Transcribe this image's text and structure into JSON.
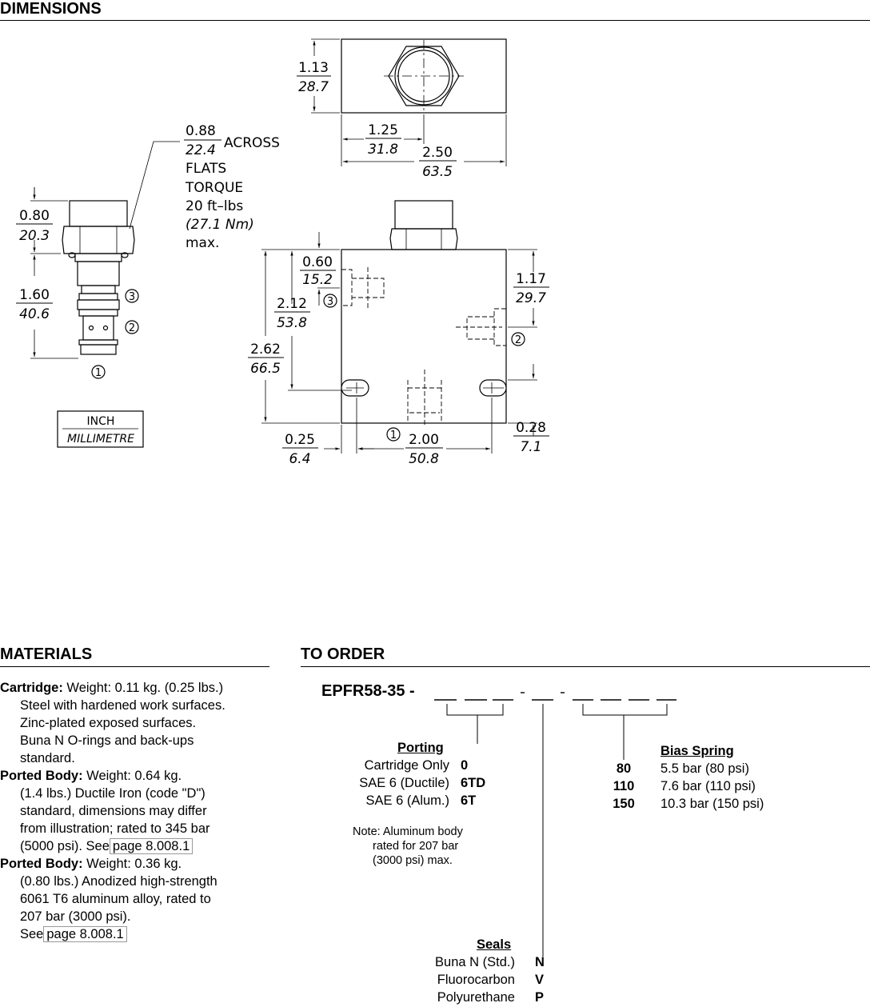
{
  "dimensions": {
    "heading": "DIMENSIONS",
    "top_height": {
      "inch": "1.13",
      "mm": "28.7"
    },
    "top_half_width": {
      "inch": "1.25",
      "mm": "31.8"
    },
    "top_width": {
      "inch": "2.50",
      "mm": "63.5"
    },
    "hex": {
      "inch": "0.88",
      "mm": "22.4",
      "suffix1": "ACROSS",
      "suffix2": "FLATS"
    },
    "torque": {
      "line1": "TORQUE",
      "line2": "20  ft–lbs",
      "line3": "(27.1  Nm)",
      "line4": "max."
    },
    "cart_head": {
      "inch": "0.80",
      "mm": "20.3"
    },
    "cart_body": {
      "inch": "1.60",
      "mm": "40.6"
    },
    "port_labels": [
      "1",
      "2",
      "3"
    ],
    "units": {
      "top": "INCH",
      "bottom": "MILLIMETRE"
    },
    "body_p3_top": {
      "inch": "0.60",
      "mm": "15.2"
    },
    "body_p3": {
      "inch": "2.12",
      "mm": "53.8"
    },
    "body_height": {
      "inch": "2.62",
      "mm": "66.5"
    },
    "body_p2": {
      "inch": "1.17",
      "mm": "29.7"
    },
    "body_hole_edge": {
      "inch": "0.28",
      "mm": "7.1"
    },
    "body_hole_left": {
      "inch": "0.25",
      "mm": "6.4"
    },
    "body_hole_span": {
      "inch": "2.00",
      "mm": "50.8"
    }
  },
  "materials": {
    "heading": "MATERIALS",
    "items": [
      {
        "label": "Cartridge:",
        "first": " Weight: 0.11 kg. (0.25 lbs.)",
        "lines": [
          "Steel with hardened work surfaces.",
          "Zinc-plated exposed surfaces.",
          "Buna N O-rings and back-ups",
          "standard."
        ]
      },
      {
        "label": "Ported Body:",
        "first": " Weight: 0.64 kg.",
        "lines": [
          "(1.4 lbs.) Ductile Iron (code \"D\")",
          "standard, dimensions may differ",
          "from illustration; rated to 345 bar"
        ],
        "last_prefix": "(5000 psi). See",
        "link": "page 8.008.1"
      },
      {
        "label": "Ported Body:",
        "first": " Weight: 0.36 kg.",
        "lines": [
          "(0.80 lbs.) Anodized high-strength",
          "6061 T6 aluminum alloy, rated to",
          "207 bar (3000 psi)."
        ],
        "last_prefix": "See",
        "link": "page 8.008.1"
      }
    ]
  },
  "order": {
    "heading": "TO ORDER",
    "model": "EPFR58-35 -",
    "porting": {
      "title": "Porting",
      "options": [
        {
          "label": "Cartridge Only",
          "code": "0"
        },
        {
          "label": "SAE 6 (Ductile)",
          "code": "6TD"
        },
        {
          "label": "SAE 6 (Alum.)",
          "code": "6T"
        }
      ],
      "note": [
        "Note: Aluminum body",
        "rated for 207 bar",
        "(3000 psi) max."
      ]
    },
    "bias_spring": {
      "title": "Bias Spring",
      "options": [
        {
          "code": "80",
          "label": "5.5 bar (80 psi)"
        },
        {
          "code": "110",
          "label": "7.6 bar (110 psi)"
        },
        {
          "code": "150",
          "label": "10.3 bar (150 psi)"
        }
      ]
    },
    "seals": {
      "title": "Seals",
      "options": [
        {
          "label": "Buna N (Std.)",
          "code": "N"
        },
        {
          "label": "Fluorocarbon",
          "code": "V"
        },
        {
          "label": "Polyurethane",
          "code": "P"
        }
      ]
    }
  }
}
